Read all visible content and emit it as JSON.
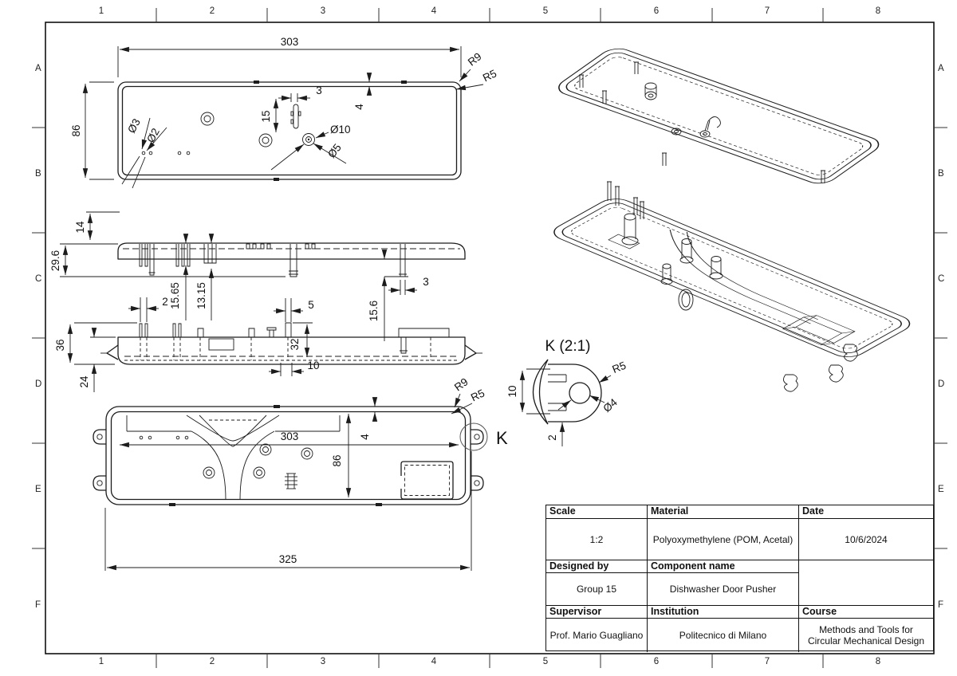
{
  "sheet": {
    "cols": [
      "1",
      "2",
      "3",
      "4",
      "5",
      "6",
      "7",
      "8"
    ],
    "rows": [
      "A",
      "B",
      "C",
      "D",
      "E",
      "F"
    ],
    "line_color": "#1c1c1c"
  },
  "top_view": {
    "width": "303",
    "height": "86",
    "slot_h": "15",
    "slot_w": "3",
    "rim": "4",
    "hole1": "Ø3",
    "hole2": "Ø2",
    "boss_od": "Ø10",
    "boss_id": "Ø5",
    "corner_r": "R9",
    "fillet": "R5"
  },
  "side_upper": {
    "h14": "14",
    "h29_6": "29.6",
    "p15_65": "15.65",
    "p13_15": "13.15",
    "pin2": "2",
    "pin5": "5",
    "pin15_6": "15.6",
    "pin3": "3"
  },
  "side_lower": {
    "h36": "36",
    "h24": "24",
    "h32": "32",
    "w10": "10"
  },
  "bottom_view": {
    "width": "303",
    "height": "86",
    "rim": "4",
    "corner_r": "R9",
    "fillet": "R5",
    "k": "K",
    "overall": "325"
  },
  "detail_k": {
    "title": "K (2:1)",
    "h10": "10",
    "t2": "2",
    "r5": "R5",
    "hole": "Ø4"
  },
  "title_block": {
    "scale_label": "Scale",
    "scale": "1:2",
    "material_label": "Material",
    "material": "Polyoxymethylene (POM, Acetal)",
    "date_label": "Date",
    "date": "10/6/2024",
    "designed_label": "Designed by",
    "designed": "Group 15",
    "component_label": "Component name",
    "component": "Dishwasher Door Pusher",
    "supervisor_label": "Supervisor",
    "supervisor": "Prof. Mario Guagliano",
    "institution_label": "Institution",
    "institution": "Politecnico di Milano",
    "course_label": "Course",
    "course": "Methods and Tools for Circular Mechanical Design"
  }
}
